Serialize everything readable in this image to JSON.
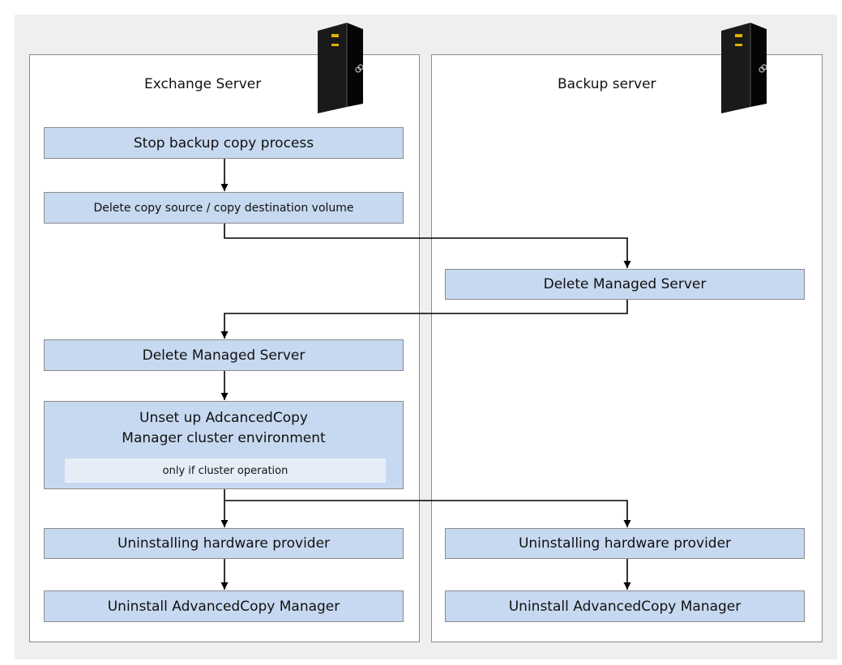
{
  "left_server": {
    "title": "Exchange Server",
    "icon": "server-tower-icon",
    "steps": [
      "Stop backup copy process",
      "Delete copy source / copy destination volume",
      "Delete Managed Server",
      "Unset up AdcancedCopy Manager cluster environment",
      "Uninstalling hardware provider",
      "Uninstall AdvancedCopy Manager"
    ],
    "note": "only if cluster operation"
  },
  "right_server": {
    "title": "Backup server",
    "icon": "server-tower-icon",
    "steps": [
      "Delete Managed Server",
      "Uninstalling hardware provider",
      "Uninstall AdvancedCopy Manager"
    ]
  },
  "colors": {
    "step_fill": "#c6d9f0",
    "note_fill": "#e6edf7",
    "background": "#efefef",
    "line": "#000000"
  }
}
